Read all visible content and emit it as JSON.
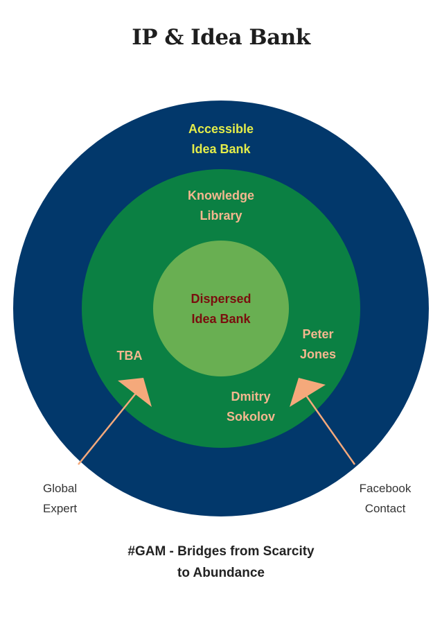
{
  "title": "IP & Idea Bank",
  "rings": {
    "outer": {
      "label": "Accessible\nIdea Bank",
      "fill": "#02386b",
      "text_color": "#e4ed4a"
    },
    "middle": {
      "label": "Knowledge\nLibrary",
      "fill": "#0b8043",
      "text_color": "#f4b78f"
    },
    "inner": {
      "label": "Dispersed\nIdea Bank",
      "fill": "#69af52",
      "text_color": "#7a0e0e"
    }
  },
  "contacts": {
    "tba": "TBA",
    "peter": "Peter\nJones",
    "dmitry": "Dmitry\nSokolov",
    "name_color": "#f4b78f"
  },
  "arrows": {
    "color": "#f5a97b"
  },
  "side_labels": {
    "left": "Global\nExpert",
    "right": "Facebook\nContact"
  },
  "tagline": "#GAM - Bridges from Scarcity\nto Abundance"
}
